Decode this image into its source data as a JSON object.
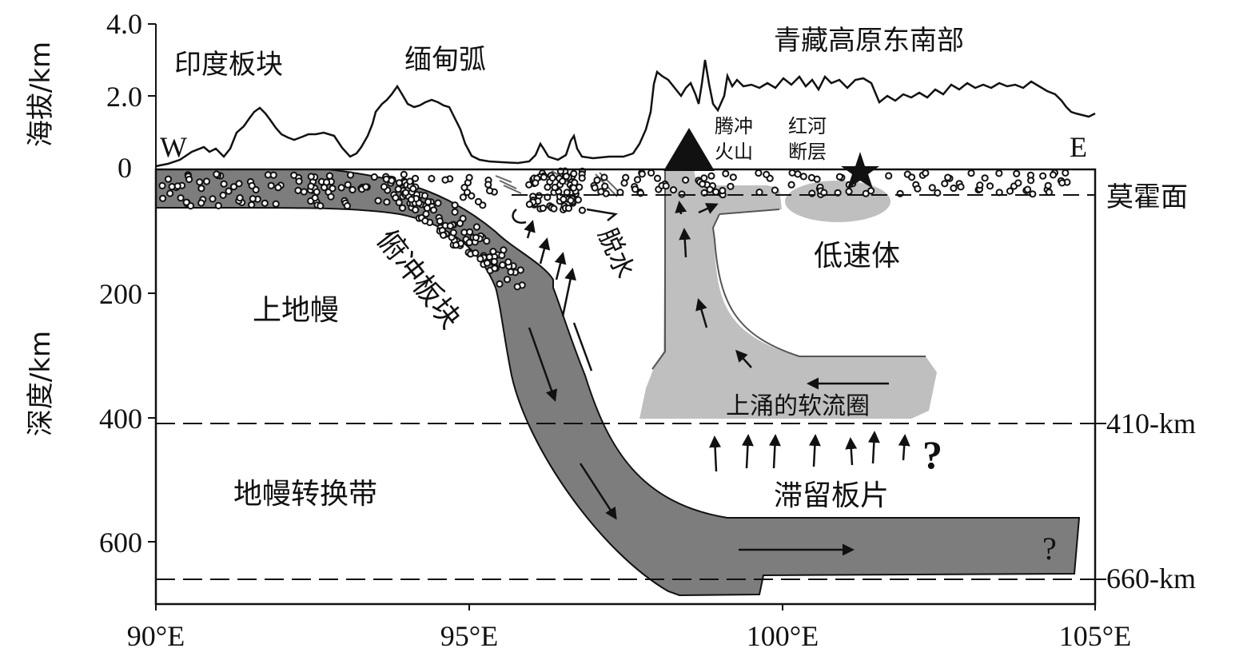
{
  "axes": {
    "elevation_label": "海拔/km",
    "depth_label": "深度/km",
    "elevation_ticks": [
      "4.0",
      "2.0",
      "0"
    ],
    "depth_ticks": [
      "200",
      "400",
      "600"
    ],
    "x_ticks": [
      "90°E",
      "95°E",
      "100°E",
      "105°E"
    ],
    "right_labels": [
      "莫霍面",
      "410-km",
      "660-km"
    ]
  },
  "labels": {
    "west": "W",
    "east": "E",
    "india_plate": "印度板块",
    "burma_arc": "缅甸弧",
    "se_tibet": "青藏高原东南部",
    "tengchong_line1": "腾冲",
    "tengchong_line2": "火山",
    "red_river_line1": "红河",
    "red_river_line2": "断层",
    "low_velocity_body": "低速体",
    "upper_mantle": "上地幔",
    "subducting_slab": "俯冲板块",
    "dehydration": "脱水",
    "upwelling_asthenosphere": "上涌的软流圈",
    "transition_zone": "地幔转换带",
    "stagnant_slab": "滞留板片",
    "question_bold": "?",
    "question_light": "?"
  },
  "colors": {
    "slab": "#7d7d7d",
    "upwelling": "#bfbfbf",
    "line": "#111111"
  }
}
